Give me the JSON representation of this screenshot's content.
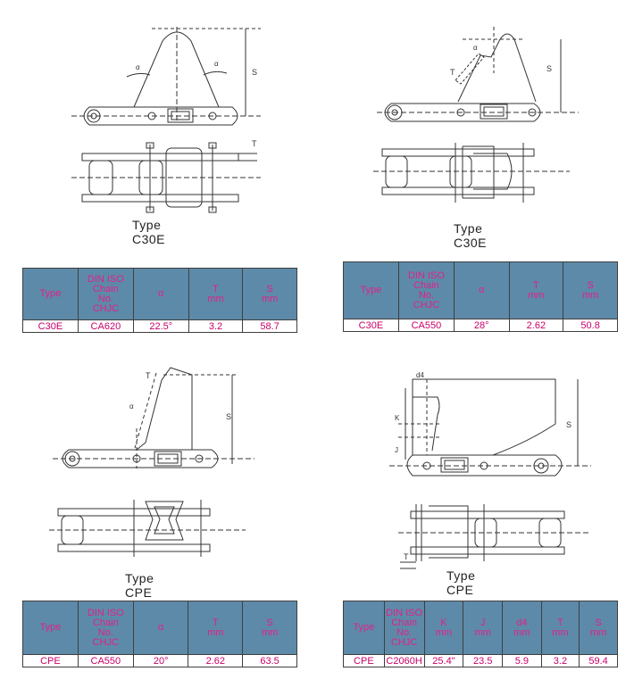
{
  "panels": [
    {
      "caption": "Type C30E",
      "dim_labels": [
        "α",
        "α",
        "S",
        "T"
      ],
      "columns": [
        [
          "Type"
        ],
        [
          "DIN ISO",
          "Chain",
          "No.",
          "CHJC"
        ],
        [
          "α"
        ],
        [
          "T",
          "mm"
        ],
        [
          "S",
          "mm"
        ]
      ],
      "row": [
        "C30E",
        "CA620",
        "22.5°",
        "3.2",
        "58.7"
      ]
    },
    {
      "caption": "Type C30E",
      "dim_labels": [
        "α",
        "T",
        "S"
      ],
      "columns": [
        [
          "Type"
        ],
        [
          "DIN ISO",
          "Chain",
          "No.",
          "CHJC"
        ],
        [
          "α"
        ],
        [
          "T",
          "mm"
        ],
        [
          "S",
          "mm"
        ]
      ],
      "row": [
        "C30E",
        "CA550",
        "28°",
        "2.62",
        "50.8"
      ]
    },
    {
      "caption": "Type CPE",
      "dim_labels": [
        "T",
        "α",
        "S"
      ],
      "columns": [
        [
          "Type"
        ],
        [
          "DIN ISO",
          "Chain",
          "No.",
          "CHJC"
        ],
        [
          "α"
        ],
        [
          "T",
          "mm"
        ],
        [
          "S",
          "mm"
        ]
      ],
      "row": [
        "CPE",
        "CA550",
        "20°",
        "2.62",
        "63.5"
      ]
    },
    {
      "caption": "Type CPE",
      "dim_labels": [
        "d4",
        "K",
        "J",
        "S",
        "T"
      ],
      "columns": [
        [
          "Type"
        ],
        [
          "DIN ISO",
          "Chain",
          "No.",
          "CHJC"
        ],
        [
          "K",
          "mm"
        ],
        [
          "J",
          "mm"
        ],
        [
          "d4",
          "mm"
        ],
        [
          "T",
          "mm"
        ],
        [
          "S",
          "mm"
        ]
      ],
      "row": [
        "CPE",
        "C2060H",
        "25.4\"",
        "23.5",
        "5.9",
        "3.2",
        "59.4"
      ]
    }
  ]
}
